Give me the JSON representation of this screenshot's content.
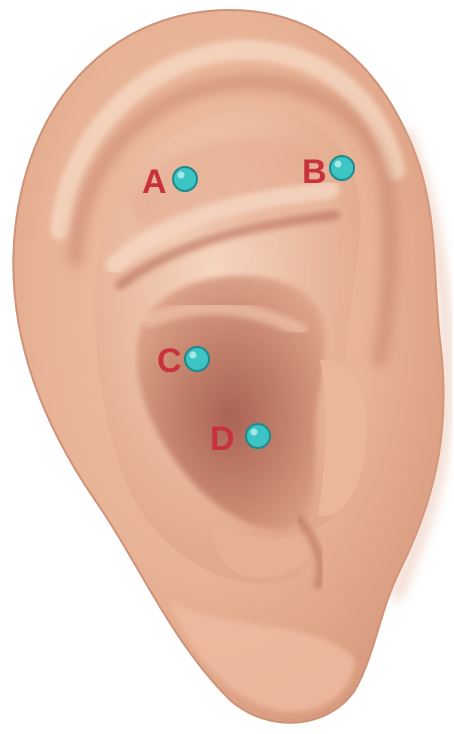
{
  "diagram": {
    "colors": {
      "label": "#c8323c",
      "marker_fill": "#3dc4c4",
      "marker_stroke": "#1e8a8c",
      "skin_light": "#f3cfb4",
      "skin_mid": "#e8b396",
      "skin_shadow": "#c9866c",
      "concha_deep": "#b56a5a"
    },
    "points": [
      {
        "id": "A",
        "label": "A"
      },
      {
        "id": "B",
        "label": "B"
      },
      {
        "id": "C",
        "label": "C"
      },
      {
        "id": "D",
        "label": "D"
      }
    ]
  }
}
